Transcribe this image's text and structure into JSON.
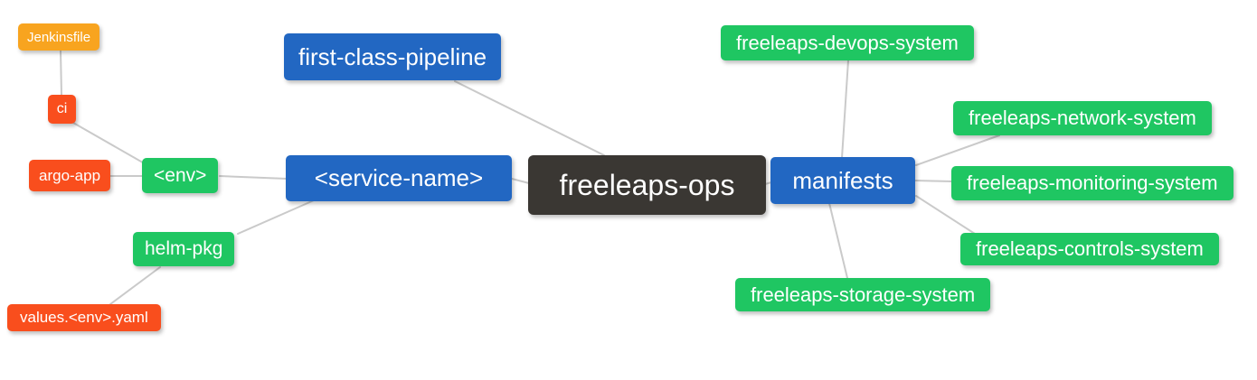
{
  "diagram": {
    "type": "mindmap",
    "background_color": "#ffffff",
    "edge_color": "#cacaca",
    "palette": {
      "root": "#3a3733",
      "branch_blue": "#2267c2",
      "leaf_green": "#1fc662",
      "leaf_red": "#f94e1d",
      "leaf_orange": "#f8a41f",
      "text": "#ffffff"
    },
    "nodes": {
      "freeleaps_ops": {
        "label": "freeleaps-ops",
        "level": "root",
        "color": "#3a3733"
      },
      "first_class_pipeline": {
        "label": "first-class-pipeline",
        "level": "branch",
        "color": "#2267c2"
      },
      "service_name": {
        "label": "<service-name>",
        "level": "branch",
        "color": "#2267c2"
      },
      "manifests": {
        "label": "manifests",
        "level": "branch",
        "color": "#2267c2"
      },
      "env": {
        "label": "<env>",
        "level": "leaf",
        "color": "#1fc662"
      },
      "helm_pkg": {
        "label": "helm-pkg",
        "level": "leaf",
        "color": "#1fc662"
      },
      "ci": {
        "label": "ci",
        "level": "leaf",
        "color": "#f94e1d"
      },
      "argo_app": {
        "label": "argo-app",
        "level": "leaf",
        "color": "#f94e1d"
      },
      "jenkinsfile": {
        "label": "Jenkinsfile",
        "level": "leaf",
        "color": "#f8a41f"
      },
      "values_env_yaml": {
        "label": "values.<env>.yaml",
        "level": "leaf",
        "color": "#f94e1d"
      },
      "devops_system": {
        "label": "freeleaps-devops-system",
        "level": "leaf",
        "color": "#1fc662"
      },
      "network_system": {
        "label": "freeleaps-network-system",
        "level": "leaf",
        "color": "#1fc662"
      },
      "monitoring_system": {
        "label": "freeleaps-monitoring-system",
        "level": "leaf",
        "color": "#1fc662"
      },
      "controls_system": {
        "label": "freeleaps-controls-system",
        "level": "leaf",
        "color": "#1fc662"
      },
      "storage_system": {
        "label": "freeleaps-storage-system",
        "level": "leaf",
        "color": "#1fc662"
      }
    },
    "edges": [
      {
        "from": "jenkinsfile",
        "to": "ci"
      },
      {
        "from": "ci",
        "to": "env"
      },
      {
        "from": "argo_app",
        "to": "env"
      },
      {
        "from": "env",
        "to": "service_name"
      },
      {
        "from": "helm_pkg",
        "to": "service_name"
      },
      {
        "from": "values_env_yaml",
        "to": "helm_pkg"
      },
      {
        "from": "first_class_pipeline",
        "to": "freeleaps_ops"
      },
      {
        "from": "service_name",
        "to": "freeleaps_ops"
      },
      {
        "from": "freeleaps_ops",
        "to": "manifests"
      },
      {
        "from": "devops_system",
        "to": "manifests"
      },
      {
        "from": "manifests",
        "to": "network_system"
      },
      {
        "from": "manifests",
        "to": "monitoring_system"
      },
      {
        "from": "manifests",
        "to": "controls_system"
      },
      {
        "from": "manifests",
        "to": "storage_system"
      }
    ]
  }
}
